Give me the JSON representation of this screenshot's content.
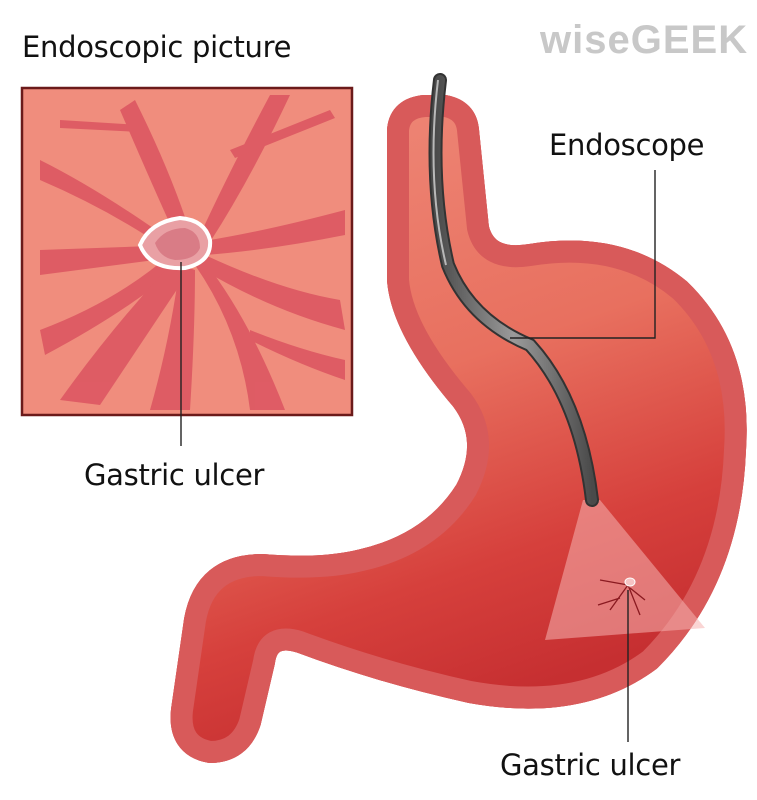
{
  "labels": {
    "inset_title": "Endoscopic picture",
    "endoscope": "Endoscope",
    "ulcer_inset": "Gastric ulcer",
    "ulcer_stomach": "Gastric ulcer"
  },
  "watermark": "wiseGEEK",
  "colors": {
    "stomach_fill": "#d9403e",
    "stomach_light": "#ef8a7a",
    "outline": "#d85a5a",
    "inset_border": "#6b1a1a",
    "endoscope": "#6e6e6e"
  }
}
